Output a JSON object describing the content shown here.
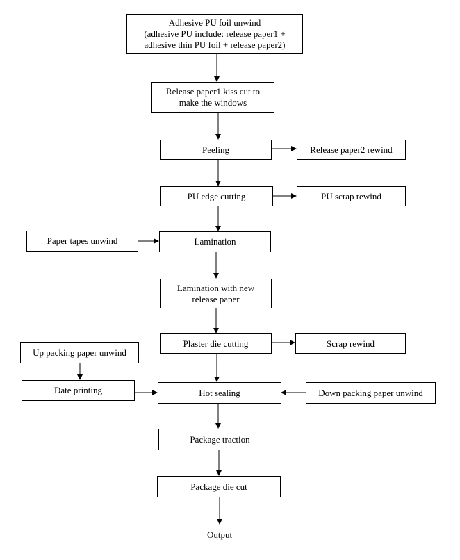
{
  "nodes": {
    "pu_unwind": {
      "line1": "Adhesive PU foil unwind",
      "line2": "(adhesive PU include: release paper1 +",
      "line3": "adhesive thin PU foil + release paper2)"
    },
    "kiss_cut": {
      "line1": "Release paper1 kiss cut to",
      "line2": "make the windows"
    },
    "peeling": "Peeling",
    "release2_rewind": "Release paper2 rewind",
    "edge_cutting": "PU edge cutting",
    "pu_scrap_rewind": "PU scrap rewind",
    "paper_tapes_unwind": "Paper tapes unwind",
    "lamination": "Lamination",
    "lamination_new": {
      "line1": "Lamination with new",
      "line2": "release paper"
    },
    "plaster_die_cutting": "Plaster die cutting",
    "scrap_rewind": "Scrap rewind",
    "up_packing_unwind": "Up packing paper unwind",
    "date_printing": "Date printing",
    "hot_sealing": "Hot sealing",
    "down_packing_unwind": "Down packing paper unwind",
    "package_traction": "Package traction",
    "package_die_cut": "Package die cut",
    "output": "Output"
  },
  "colors": {
    "line": "#000000",
    "box_border": "#000000",
    "background": "#ffffff"
  }
}
